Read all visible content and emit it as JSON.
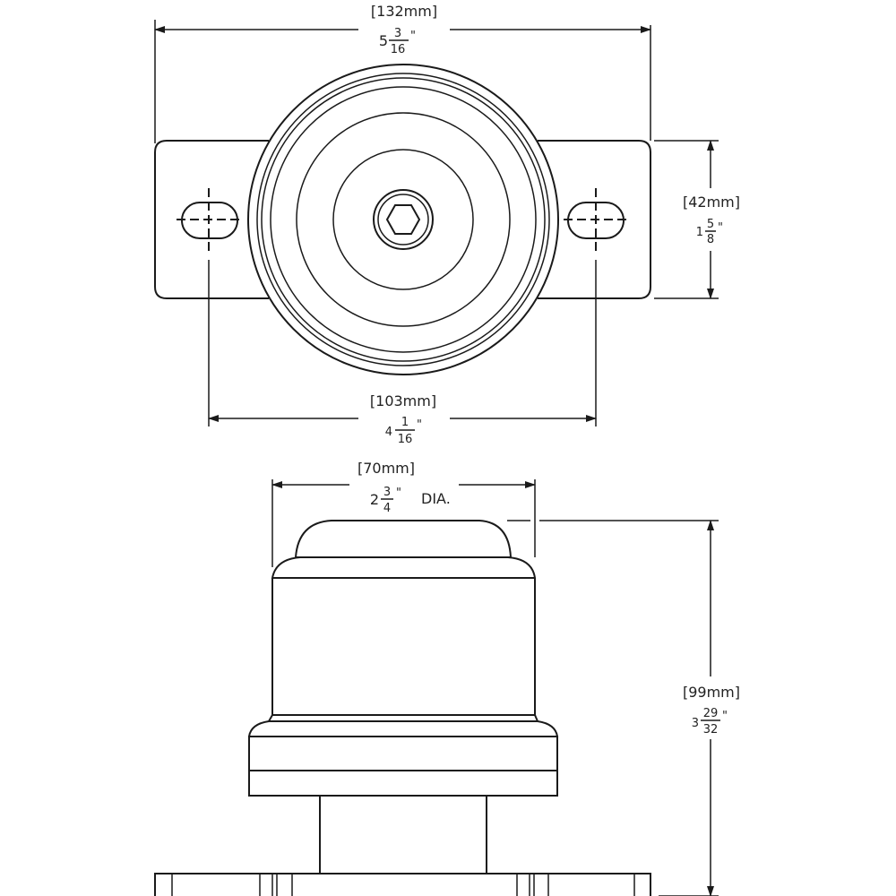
{
  "top_view": {
    "overall_length": {
      "mm": "[132mm]",
      "whole": "5",
      "num": "3",
      "den": "16",
      "unit": "\""
    },
    "flange_width": {
      "mm": "[42mm]",
      "whole": "1",
      "num": "5",
      "den": "8",
      "unit": "\""
    },
    "hole_spacing": {
      "mm": "[103mm]",
      "whole": "4",
      "num": "1",
      "den": "16",
      "unit": "\""
    }
  },
  "side_view": {
    "diameter": {
      "mm": "[70mm]",
      "whole": "2",
      "num": "3",
      "den": "4",
      "unit": "\"",
      "suffix": "DIA."
    },
    "height": {
      "mm": "[99mm]",
      "whole": "3",
      "num": "29",
      "den": "32",
      "unit": "\""
    }
  },
  "colors": {
    "line": "#1a1a1a",
    "background": "#ffffff"
  }
}
